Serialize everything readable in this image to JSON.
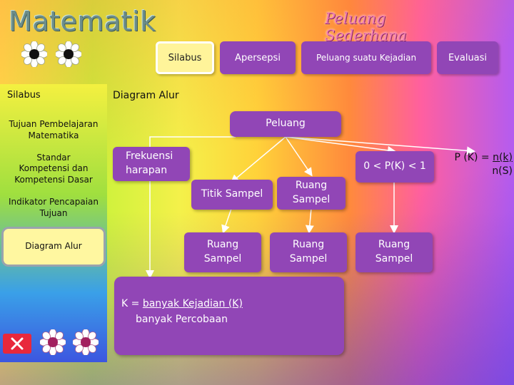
{
  "header": {
    "app_title": "Matematik",
    "lesson_title": "Peluang Sederhana"
  },
  "tabs": [
    {
      "label": "Silabus",
      "active": true
    },
    {
      "label": "Apersepsi",
      "active": false
    },
    {
      "label": "Peluang suatu Kejadian",
      "active": false
    },
    {
      "label": "Evaluasi",
      "active": false
    }
  ],
  "sidebar": {
    "heading": "Silabus",
    "items": [
      {
        "label": "Tujuan Pembelajaran Matematika"
      },
      {
        "label": "Standar Kompetensi dan Kompetensi Dasar"
      },
      {
        "label": "Indikator Pencapaian Tujuan"
      },
      {
        "label": "Diagram Alur"
      }
    ]
  },
  "main": {
    "section_title": "Diagram Alur",
    "nodes": {
      "peluang": "Peluang",
      "frekuensi": "Frekuensi harapan",
      "range": "0 < P(K) < 1",
      "titik_sampel": "Titik Sampel",
      "ruang_sampel_1": "Ruang Sampel",
      "ruang_sampel_2": "Ruang Sampel",
      "ruang_sampel_3": "Ruang Sampel",
      "ruang_sampel_4": "Ruang Sampel"
    },
    "formula": {
      "line1_prefix": "K = ",
      "line1_underlined": "banyak Kejadian (K)",
      "line2": "banyak Percobaan"
    },
    "probability": {
      "prefix": "P (K)  = ",
      "numerator": "n(k)",
      "denominator": "n(S)"
    }
  },
  "colors": {
    "node_purple": "#9146b6",
    "edge_white": "#ffffff",
    "close_red": "#e8283c",
    "active_tab_bg": "#fff49a"
  },
  "icons": [
    "flower-icon",
    "close-icon"
  ]
}
